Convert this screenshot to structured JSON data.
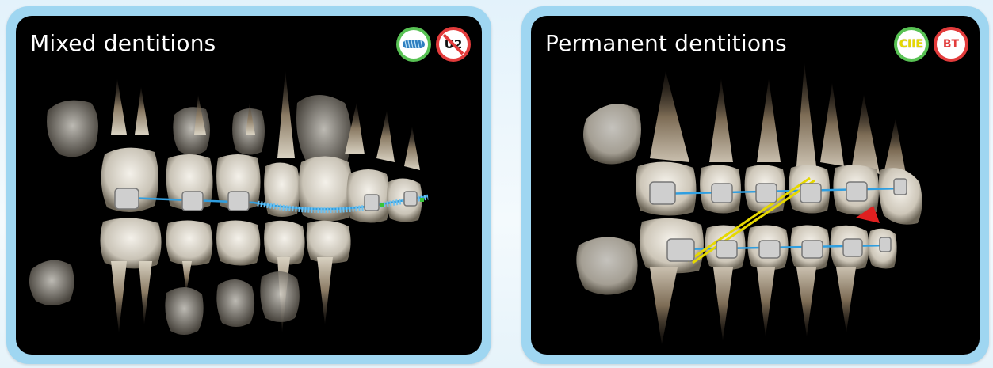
{
  "panels": [
    {
      "title": "Mixed dentitions",
      "badges": [
        {
          "icon": "spring-coil-icon",
          "text": "",
          "color": "#58c254"
        },
        {
          "icon": "no-u2-icon",
          "text": "U2",
          "color": "#e23b3b"
        }
      ]
    },
    {
      "title": "Permanent dentitions",
      "badges": [
        {
          "icon": "class-ii-elastics-icon",
          "text": "CIIE",
          "color": "#58c254"
        },
        {
          "icon": "bite-turbo-icon",
          "text": "BT",
          "color": "#e23b3b"
        }
      ]
    }
  ],
  "colors": {
    "frame": "#9fd6f1",
    "archwire": "#2f9ee0",
    "elastic": "#e6d800",
    "background": "#000000"
  }
}
